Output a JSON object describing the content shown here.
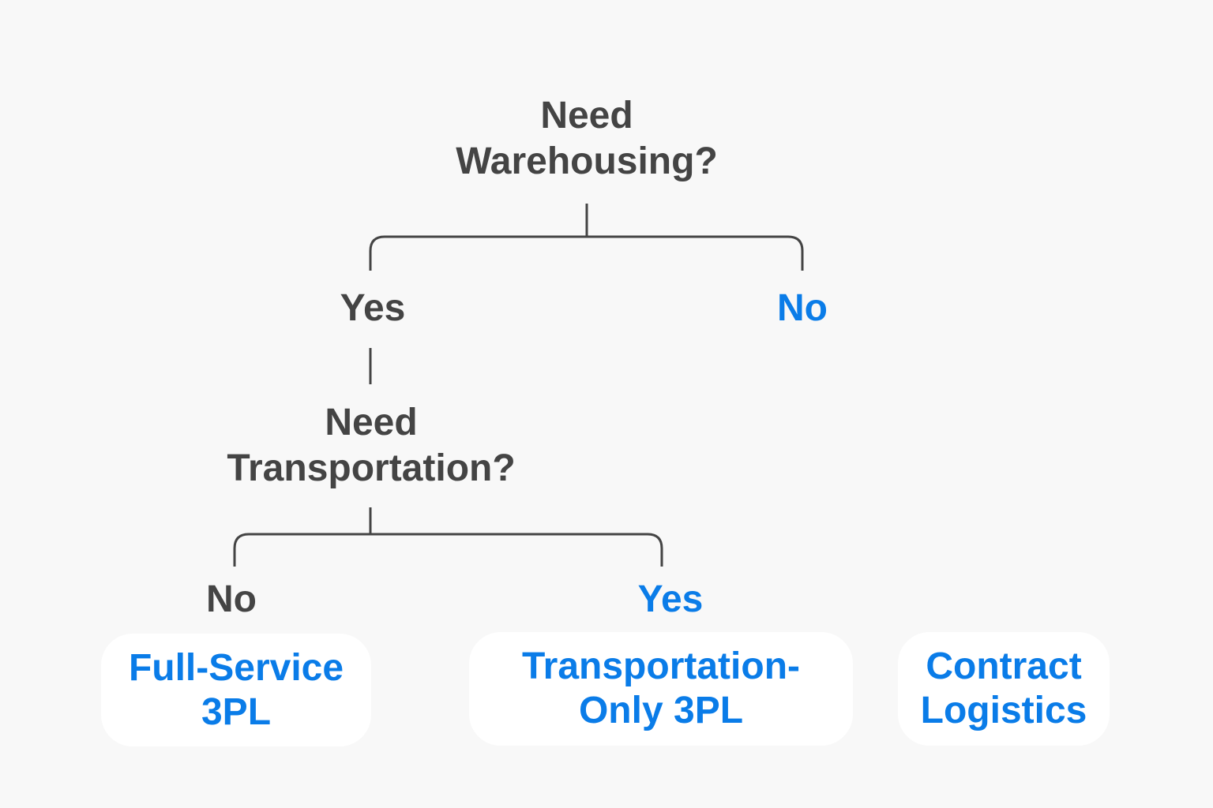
{
  "colors": {
    "background": "#f8f8f8",
    "text_dark": "#444444",
    "text_blue": "#0a7ce8",
    "box_background": "#ffffff",
    "connector": "#444444"
  },
  "root": {
    "question_line1": "Need",
    "question_line2": "Warehousing?"
  },
  "branch_warehousing": {
    "yes_label": "Yes",
    "no_label": "No"
  },
  "sub": {
    "question_line1": "Need",
    "question_line2": "Transportation?"
  },
  "branch_transportation": {
    "no_label": "No",
    "yes_label": "Yes"
  },
  "outcomes": [
    {
      "line1": "Full-Service",
      "line2": "3PL"
    },
    {
      "line1": "Transportation-",
      "line2": "Only 3PL"
    },
    {
      "line1": "Contract",
      "line2": "Logistics"
    }
  ]
}
